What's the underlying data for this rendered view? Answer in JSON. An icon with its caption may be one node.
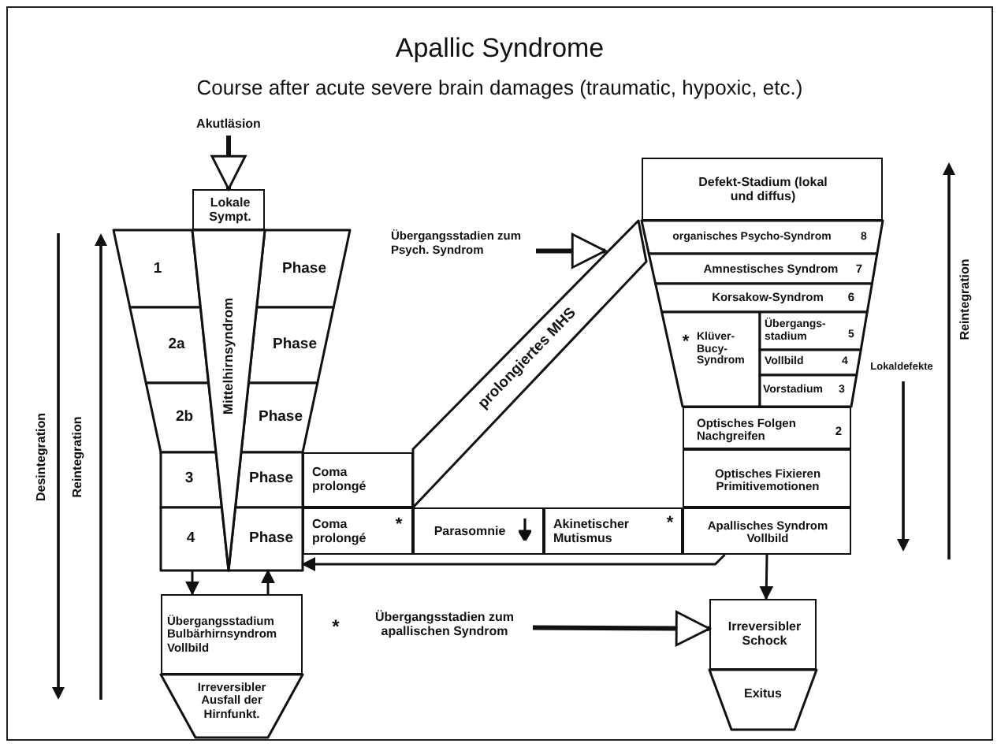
{
  "diagram": {
    "title": "Apallic Syndrome",
    "nodes": [
      {
        "text": [
          "Akutläsion"
        ]
      },
      {
        "text": [
          "Lokale Sympt."
        ]
      },
      {
        "text": [
          "1"
        ]
      },
      {
        "text": [
          "Phase"
        ]
      },
      {
        "text": [
          "2a"
        ]
      },
      {
        "text": [
          "Phase"
        ]
      },
      {
        "text": [
          "2b"
        ]
      },
      {
        "text": [
          "Phase"
        ]
      },
      {
        "text": [
          "3"
        ]
      },
      {
        "text": [
          "Phase"
        ]
      },
      {
        "text": [
          "4"
        ]
      },
      {
        "text": [
          "Phase"
        ]
      },
      {
        "text": [
          "Mittelhirnsyndrom"
        ]
      },
      {
        "text": [
          "Coma prolongé"
        ]
      },
      {
        "text": [
          "Coma prolongé",
          "*"
        ]
      },
      {
        "text": [
          "Parasomnie"
        ]
      },
      {
        "text": [
          "Akinetischer Mutismus",
          "*"
        ]
      },
      {
        "text": [
          "prolongiertes MHS"
        ]
      },
      {
        "text": [
          "Übergangsstadien zum Psych. Syndrom"
        ]
      },
      {
        "text": [
          "Defekt-Stadium (lokal und diffus)"
        ]
      },
      {
        "text": [
          "organisches Psycho-Syndrom",
          "8"
        ]
      },
      {
        "text": [
          "Amnestisches Syndrom",
          "7"
        ]
      },
      {
        "text": [
          "Korsakow-Syndrom",
          "6"
        ]
      },
      {
        "text": [
          "*",
          "Klüver- Bucy- Syndrom"
        ]
      },
      {
        "text": [
          "Übergangs- stadium",
          "5"
        ]
      },
      {
        "text": [
          "Vollbild",
          "4"
        ]
      },
      {
        "text": [
          "Vorstadium",
          "3"
        ]
      },
      {
        "text": [
          "Optisches Folgen Nachgreifen",
          "2"
        ]
      },
      {
        "text": [
          "Optisches Fixieren Primitivemotionen"
        ]
      },
      {
        "text": [
          "Apallisches Syndrom Vollbild"
        ]
      },
      {
        "text": [
          "Übergangsstadium Bulbärhirnsyndrom Vollbild"
        ]
      },
      {
        "text": [
          "Irreversibler Ausfall der Hirnfunkt."
        ]
      },
      {
        "text": [
          "*",
          "Übergangsstadien zum apallischen Syndrom"
        ]
      },
      {
        "text": [
          "Irreversibler Schock"
        ]
      },
      {
        "text": [
          "Exitus"
        ]
      }
    ],
    "edges": [
      {
        "from": 0,
        "to": 1,
        "arrow": "to",
        "style": "thick"
      },
      {
        "from": 10,
        "to": 30,
        "arrow": "to"
      },
      {
        "from": 30,
        "to": 11,
        "arrow": "to"
      },
      {
        "from": 29,
        "to": 33,
        "arrow": "to"
      },
      {
        "from": 29,
        "to": 11,
        "arrow": "to"
      },
      {
        "from": 18,
        "to": 17,
        "arrow": "to",
        "style": "thick"
      },
      {
        "from": 32,
        "to": 33,
        "arrow": "to",
        "style": "thick"
      }
    ],
    "labels": [
      "Course after acute severe brain damages (traumatic, hypoxic, etc.)",
      "Desintegration",
      "Reintegration",
      "Lokaldefekte",
      "Reintegration"
    ]
  }
}
